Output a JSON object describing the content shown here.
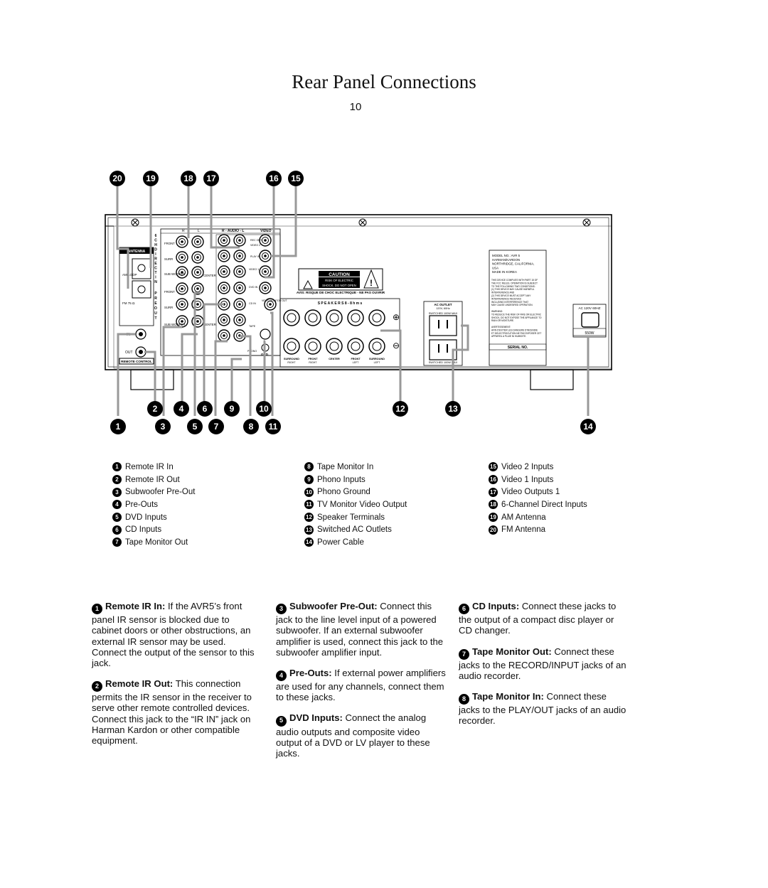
{
  "page": {
    "title": "Rear Panel Connections",
    "number": "10"
  },
  "panel": {
    "antenna_label": "ANTENNA",
    "am_loop": "AM LOOP",
    "fm": "FM 75 Ω",
    "ir_in": "IN",
    "ir_out": "OUT",
    "remote_control": "REMOTE CONTROL",
    "six_ch_direct_in": [
      "6",
      "C",
      "H",
      "D",
      "I",
      "R",
      "E",
      "C",
      "T",
      "I",
      "N"
    ],
    "pre_out": [
      "P",
      "R",
      "E",
      "O",
      "U",
      "T"
    ],
    "col_r": "R",
    "col_l": "L",
    "col_audio": "R - AUDIO - L",
    "col_video": "VIDEO",
    "front": "FRONT",
    "surr": "SURR",
    "sub_woofer": "SUB WOOFER",
    "center": "CENTER",
    "rec_out": "REC OUT",
    "play_in": "PLAY IN",
    "video2": "VIDEO 2",
    "video1": "VIDEO 1",
    "dvd_in": "DVD IN",
    "video_monitor_out": "VIDEO MONITOR OUT",
    "cd_in": "CD IN",
    "tape": "TAPE",
    "phono": "PHONO",
    "gnd": "GND",
    "caution_title": "CAUTION",
    "caution_line1": "RISK OF ELECTRIC",
    "caution_line2": "SHOCK. DO NOT OPEN",
    "avis": "AVIS: RISQUE DE CHOC ELECTRIQUE - NE PAS OUVRIR",
    "speakers": "S P E A K E R S   8 - 8 h m s",
    "spk_top": [
      "SURROUND",
      "FRONT",
      "CENTER",
      "FRONT",
      "SURROUND"
    ],
    "spk_bottom": [
      "RIGHT",
      "RIGHT",
      "",
      "LEFT",
      "LEFT"
    ],
    "ac_outlet": "AC OUTLET",
    "ac_outlet_sub": "120V, 60Hz",
    "switched": "SWITCHED 100W MAX",
    "unswitched": "SWITCHED 100W MAX",
    "model_lines": [
      "MODEL NO.: AVR 5",
      "HARMAN/KARDON",
      "NORTHRIDGE, CALIFORNIA,",
      "USA",
      "MADE IN KOREA"
    ],
    "fcc_lines": [
      "THIS DEVICE COMPLIES WITH PART 15 OF",
      "THE FCC RULES. OPERATION IS SUBJECT",
      "TO THE FOLLOWING TWO CONDITIONS:",
      "(1) THIS DEVICE MAY CAUSE HARMFUL",
      "INTERFERENCE AND",
      "(2) THIS DEVICE MUST ACCEPT ANY",
      "INTERFERENCE RECEIVED",
      "INCLUDING INTERFERENCE THAT",
      "MAY CAUSE UNDESIRED OPERATION.",
      "",
      "WARNING:",
      "TO REDUCE THE RISK OF FIRE OR ELECTRIC",
      "SHOCK, DO NOT EXPOSE THE APPLIANCE TO",
      "RAIN OR MOISTURE.",
      "",
      "AVERTISSEMENT:",
      "AFIN D'EVITER LES DANGERS D'INCENDIE",
      "ET DELECTROCUTION NE PAS EXPOSER CET",
      "APPAREIL A PLUIE NI HUMIDITE."
    ],
    "serial": "SERIAL NO.",
    "ac_power": "AC 120V 60HZ",
    "watts": "550W"
  },
  "top_callouts": [
    "20",
    "19",
    "18",
    "17",
    "16",
    "15"
  ],
  "bottom_callouts_row1": [
    "2",
    "4",
    "6",
    "9",
    "10",
    "12",
    "13"
  ],
  "bottom_callouts_row2": [
    "1",
    "3",
    "5",
    "7",
    "8",
    "11",
    "14"
  ],
  "legend": {
    "col1": [
      {
        "n": "1",
        "label": "Remote IR In"
      },
      {
        "n": "2",
        "label": "Remote IR Out"
      },
      {
        "n": "3",
        "label": "Subwoofer Pre-Out"
      },
      {
        "n": "4",
        "label": "Pre-Outs"
      },
      {
        "n": "5",
        "label": "DVD Inputs"
      },
      {
        "n": "6",
        "label": "CD Inputs"
      },
      {
        "n": "7",
        "label": "Tape Monitor Out"
      }
    ],
    "col2": [
      {
        "n": "8",
        "label": "Tape Monitor In"
      },
      {
        "n": "9",
        "label": "Phono Inputs"
      },
      {
        "n": "10",
        "label": "Phono Ground"
      },
      {
        "n": "11",
        "label": "TV Monitor Video Output"
      },
      {
        "n": "12",
        "label": "Speaker Terminals"
      },
      {
        "n": "13",
        "label": "Switched AC Outlets"
      },
      {
        "n": "14",
        "label": "Power Cable"
      }
    ],
    "col3": [
      {
        "n": "15",
        "label": "Video 2 Inputs"
      },
      {
        "n": "16",
        "label": "Video 1 Inputs"
      },
      {
        "n": "17",
        "label": "Video Outputs 1"
      },
      {
        "n": "18",
        "label": "6-Channel Direct Inputs"
      },
      {
        "n": "19",
        "label": "AM Antenna"
      },
      {
        "n": "20",
        "label": "FM Antenna"
      }
    ]
  },
  "descriptions": {
    "d1": {
      "n": "1",
      "head": "Remote IR In:",
      "body": " If the AVR5’s front panel IR sensor is blocked due to cabinet doors or other obstructions, an external IR sensor may be used. Connect the output of the sensor to this jack."
    },
    "d2": {
      "n": "2",
      "head": "Remote IR Out:",
      "body": " This connection permits the IR sensor in the receiver to serve other remote controlled devices. Connect this jack to the “IR IN” jack on Harman Kardon or other compatible equipment."
    },
    "d3": {
      "n": "3",
      "head": "Subwoofer Pre-Out:",
      "body": " Connect this jack to the line level input of a powered subwoofer. If an external subwoofer amplifier is used, connect this jack to the subwoofer amplifier input."
    },
    "d4": {
      "n": "4",
      "head": "Pre-Outs:",
      "body": " If external power amplifiers are used for any channels, connect them to these jacks."
    },
    "d5": {
      "n": "5",
      "head": "DVD Inputs:",
      "body": " Connect the analog audio outputs and composite video output of a DVD or LV player to these jacks."
    },
    "d6": {
      "n": "6",
      "head": "CD Inputs:",
      "body": " Connect these jacks to the output of a compact disc player or CD changer."
    },
    "d7": {
      "n": "7",
      "head": "Tape Monitor Out:",
      "body": " Connect these jacks to the RECORD/INPUT jacks of an audio recorder."
    },
    "d8": {
      "n": "8",
      "head": "Tape Monitor In:",
      "body": " Connect these jacks to the PLAY/OUT jacks of an audio recorder."
    }
  }
}
